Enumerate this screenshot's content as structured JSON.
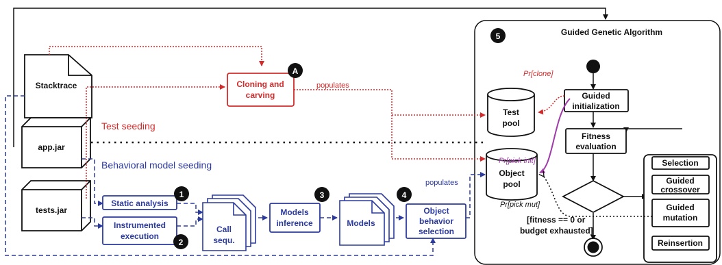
{
  "title": "Guided Genetic Algorithm",
  "inputs": {
    "stacktrace": "Stacktrace",
    "app_jar": "app.jar",
    "tests_jar": "tests.jar"
  },
  "sections": {
    "test_seeding": "Test seeding",
    "behavioral_seeding": "Behavioral model seeding"
  },
  "test_seeding": {
    "cloning_line1": "Cloning and",
    "cloning_line2": "carving",
    "badge": "A",
    "populates": "populates"
  },
  "behavioral": {
    "static_analysis": "Static analysis",
    "instrumented_line1": "Instrumented",
    "instrumented_line2": "execution",
    "call_seq_line1": "Call",
    "call_seq_line2": "sequ.",
    "models_inference_line1": "Models",
    "models_inference_line2": "inference",
    "models": "Models",
    "obs_line1": "Object",
    "obs_line2": "behavior",
    "obs_line3": "selection",
    "populates": "populates",
    "badge1": "1",
    "badge2": "2",
    "badge3": "3",
    "badge4": "4"
  },
  "ga": {
    "badge5": "5",
    "guided_init_line1": "Guided",
    "guided_init_line2": "initialization",
    "fitness_line1": "Fitness",
    "fitness_line2": "evaluation",
    "test_pool_line1": "Test",
    "test_pool_line2": "pool",
    "object_pool_line1": "Object",
    "object_pool_line2": "pool",
    "pr_clone": "Pr[clone]",
    "pr_pick_init": "Pr[pick init]",
    "pr_pick_mut": "Pr[pick mut]",
    "stop_line1": "[fitness == 0 or",
    "stop_line2": "budget exhausted]",
    "selection": "Selection",
    "crossover_line1": "Guided",
    "crossover_line2": "crossover",
    "mutation_line1": "Guided",
    "mutation_line2": "mutation",
    "reinsertion": "Reinsertion"
  },
  "colors": {
    "red": "#d42a2a",
    "blue": "#2b3a9e",
    "purple": "#a03aa8",
    "black": "#111111"
  }
}
